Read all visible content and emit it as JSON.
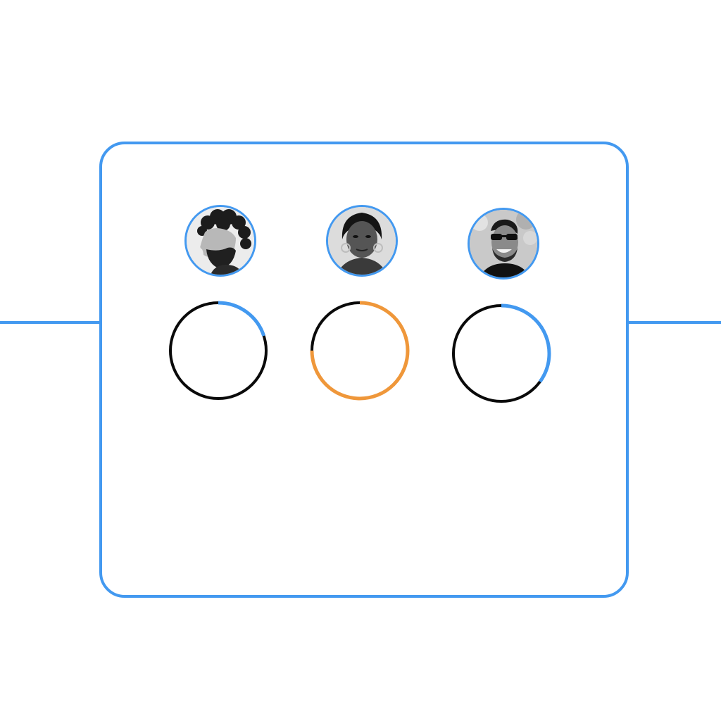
{
  "colors": {
    "accent": "#4399f0",
    "track": "#0a0a0a",
    "highlight": "#ef973a",
    "background": "#ffffff"
  },
  "members": [
    {
      "avatar_icon": "person-curly-hair-beard-avatar",
      "progress": 0.2,
      "progress_color": "#4399f0"
    },
    {
      "avatar_icon": "person-woman-hoop-earrings-avatar",
      "progress": 0.75,
      "progress_color": "#ef973a"
    },
    {
      "avatar_icon": "person-sunglasses-smiling-avatar",
      "progress": 0.35,
      "progress_color": "#4399f0"
    }
  ]
}
